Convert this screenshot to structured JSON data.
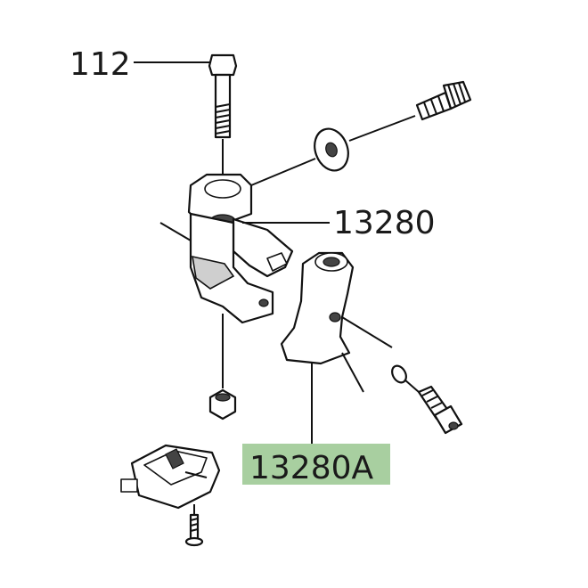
{
  "labels": {
    "bolt_top": "112",
    "holder": "13280",
    "holder_a": "13280A"
  },
  "colors": {
    "highlight": "#a8cfa0",
    "ink": "#111111",
    "paper": "#ffffff"
  }
}
